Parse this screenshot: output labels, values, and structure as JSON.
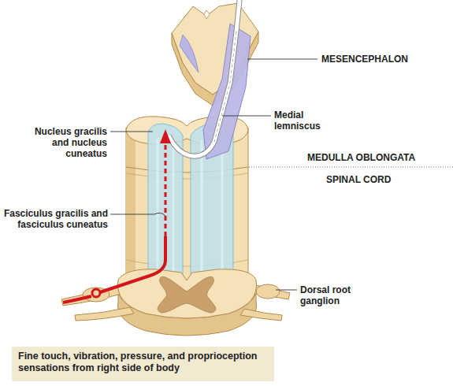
{
  "diagram": {
    "nodes": [
      {
        "text": [
          "Fine touch, vibration, pressure, and proprioception sensations from right side of body"
        ]
      }
    ],
    "labels": [
      "MESENCEPHALON",
      "Medial lemniscus",
      "Nucleus gracilis and nucleus cuneatus",
      "MEDULLA OBLONGATA",
      "SPINAL CORD",
      "Fasciculus gracilis and fasciculus cuneatus",
      "Dorsal root ganglion"
    ]
  }
}
